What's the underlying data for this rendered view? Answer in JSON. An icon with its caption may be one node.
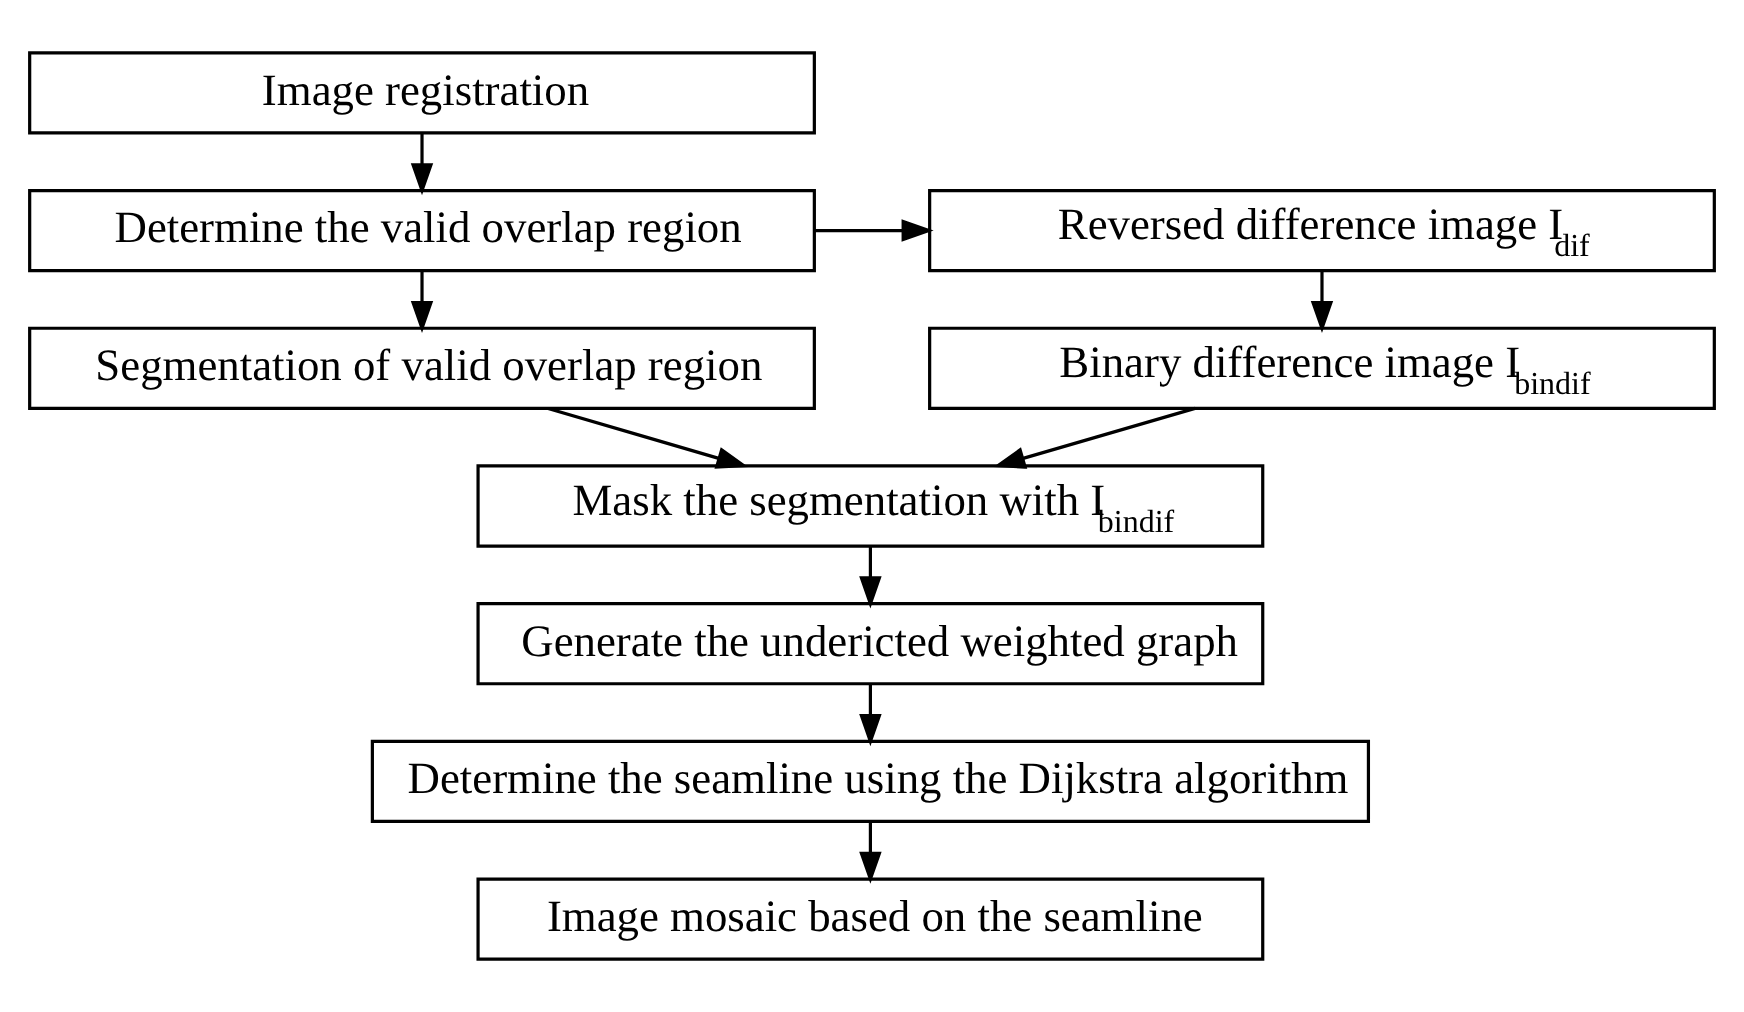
{
  "diagram": {
    "nodes": [
      {
        "text": [
          "Image registration"
        ]
      },
      {
        "text": [
          "Determine the valid overlap region"
        ]
      },
      {
        "text": [
          "Reversed difference image I$_{dif}$"
        ]
      },
      {
        "text": [
          "Segmentation of valid overlap region"
        ]
      },
      {
        "text": [
          "Binary difference image I$_{bindif}$"
        ]
      },
      {
        "text": [
          "Mask the segmentation with I$_{bindif}$"
        ]
      },
      {
        "text": [
          "Generate the undericted weighted graph"
        ]
      },
      {
        "text": [
          "Determine the seamline using the Dijkstra algorithm"
        ]
      },
      {
        "text": [
          "Image mosaic based on the seamline"
        ]
      }
    ],
    "edges": [
      {
        "from": 0,
        "to": 1,
        "arrow": "to"
      },
      {
        "from": 1,
        "to": 2,
        "arrow": "to"
      },
      {
        "from": 1,
        "to": 3,
        "arrow": "to"
      },
      {
        "from": 2,
        "to": 4,
        "arrow": "to"
      },
      {
        "from": 3,
        "to": 5,
        "arrow": "to"
      },
      {
        "from": 4,
        "to": 5,
        "arrow": "to"
      },
      {
        "from": 5,
        "to": 6,
        "arrow": "to"
      },
      {
        "from": 6,
        "to": 7,
        "arrow": "to"
      },
      {
        "from": 7,
        "to": 8,
        "arrow": "to"
      }
    ]
  }
}
